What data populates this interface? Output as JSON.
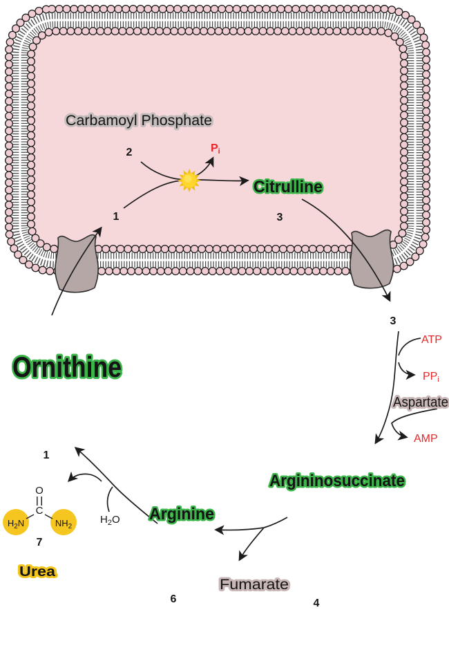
{
  "diagram": {
    "name": "urea-cycle-diagram",
    "organelle": "mitochondrion"
  },
  "labels": {
    "carbamoyl_phosphate": "Carbamoyl Phosphate",
    "citrulline": "Citrulline",
    "ornithine": "Ornithine",
    "argininosuccinate": "Argininosuccinate",
    "arginine": "Arginine",
    "aspartate": "Aspartate",
    "fumarate": "Fumarate",
    "urea": "Urea"
  },
  "cofactors": {
    "pi": {
      "base": "P",
      "sub": "i"
    },
    "atp": "ATP",
    "ppi": {
      "base": "PP",
      "sub": "i"
    },
    "amp": "AMP",
    "h2o": {
      "h": "H",
      "sub": "2",
      "o": "O"
    }
  },
  "urea_molecule": {
    "o": "O",
    "c": "C",
    "h2n": {
      "h": "H",
      "sub": "2",
      "n": "N"
    },
    "nh2": {
      "nh": "NH",
      "sub": "2"
    }
  },
  "step_numbers": {
    "inner_1": "1",
    "inner_2": "2",
    "inner_3": "3",
    "outer_3": "3",
    "outer_1": "1",
    "outer_4": "4",
    "outer_6": "6",
    "outer_7": "7"
  },
  "colors": {
    "matrix_pink": "#f6d7da",
    "membrane_head_pink": "#f0cdd2",
    "membrane_tail": "#444444",
    "transporter_gray": "#b4a7a5",
    "green_highlight": "#3cb54a",
    "red_text": "#e62629",
    "yellow_highlight": "#f2c51d",
    "gray_highlight": "#c6bdbd",
    "star_gold": "#f2be18",
    "star_core": "#ffd62b",
    "urea_circle_yellow": "#f6c620"
  }
}
